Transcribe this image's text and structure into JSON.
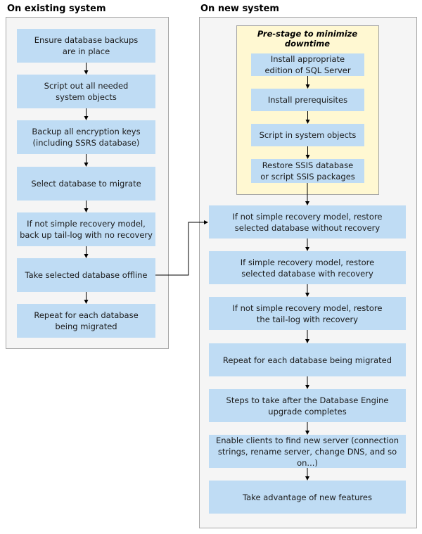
{
  "left": {
    "title": "On existing system",
    "steps": [
      "Ensure database backups\nare in place",
      "Script out all needed\nsystem objects",
      "Backup all encryption keys\n(including SSRS database)",
      "Select database to migrate",
      "If not simple recovery model,\nback up tail-log with no recovery",
      "Take selected database offline",
      "Repeat for each database\nbeing migrated"
    ]
  },
  "right": {
    "title": "On new system",
    "prestage": {
      "title": "Pre-stage to minimize downtime",
      "steps": [
        "Install appropriate\nedition of SQL Server",
        "Install prerequisites",
        "Script in system objects",
        "Restore SSIS database\nor script SSIS packages"
      ]
    },
    "steps": [
      "If not simple recovery model, restore\nselected database without recovery",
      "If simple recovery model, restore\nselected database with recovery",
      "If not simple recovery model, restore\nthe tail-log with recovery",
      "Repeat for each database being migrated",
      "Steps to take after the Database Engine\nupgrade completes",
      "Enable clients to find new server (connection\nstrings, rename server, change DNS, and so on...)",
      "Take advantage of new features"
    ]
  },
  "colors": {
    "box": "#bfdcf4",
    "panel": "#f5f5f5",
    "prestage": "#fff8d2"
  }
}
